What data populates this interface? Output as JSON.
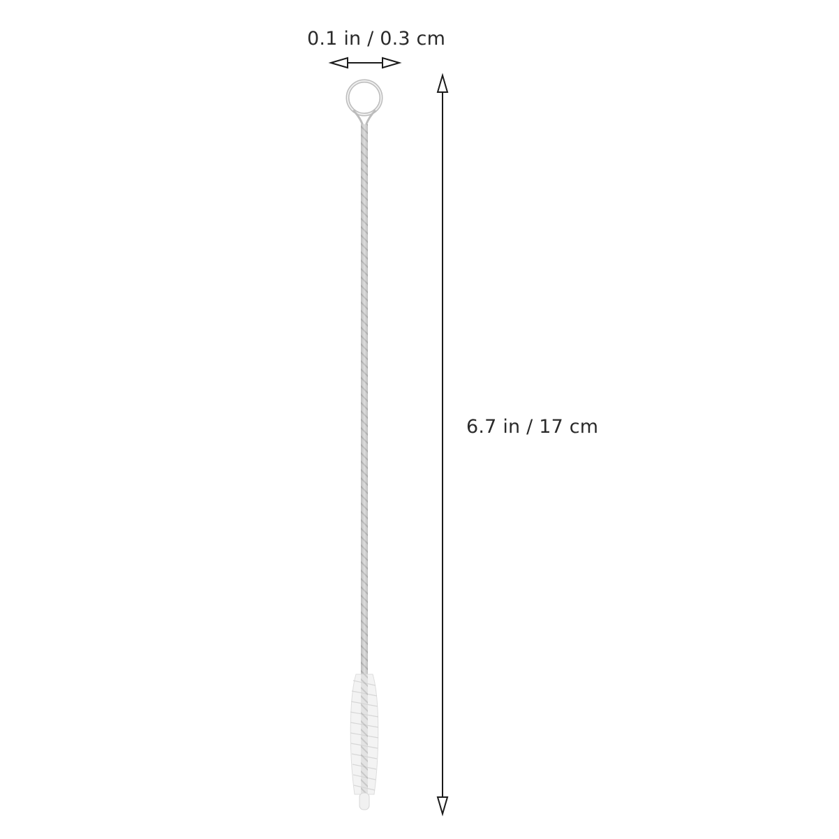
{
  "dimensions": {
    "width_label": "0.1 in / 0.3 cm",
    "length_label": "6.7 in / 17 cm"
  },
  "colors": {
    "arrow": "#1a1a1a",
    "wire": "#b8b8b8",
    "bristle": "#e8e8e8",
    "text": "#2a2a2a"
  },
  "icons": [
    "double-arrow-horizontal-icon",
    "double-arrow-vertical-icon",
    "cleaning-brush-illustration"
  ]
}
